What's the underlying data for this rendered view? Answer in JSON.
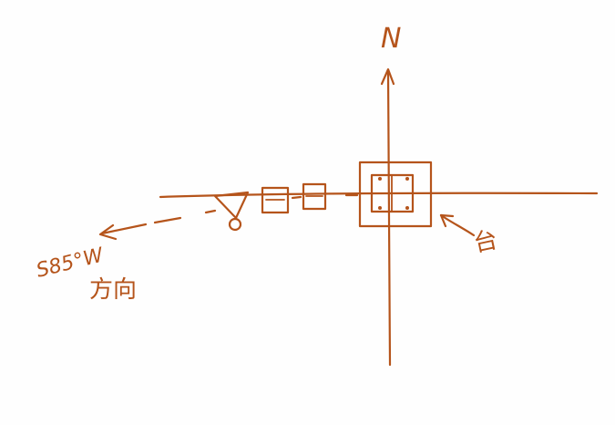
{
  "diagram": {
    "ink_color": "#b5541b",
    "north_label": "N",
    "direction_label": "S85°W",
    "direction_label_cn": "方向",
    "platform_label": "台"
  }
}
